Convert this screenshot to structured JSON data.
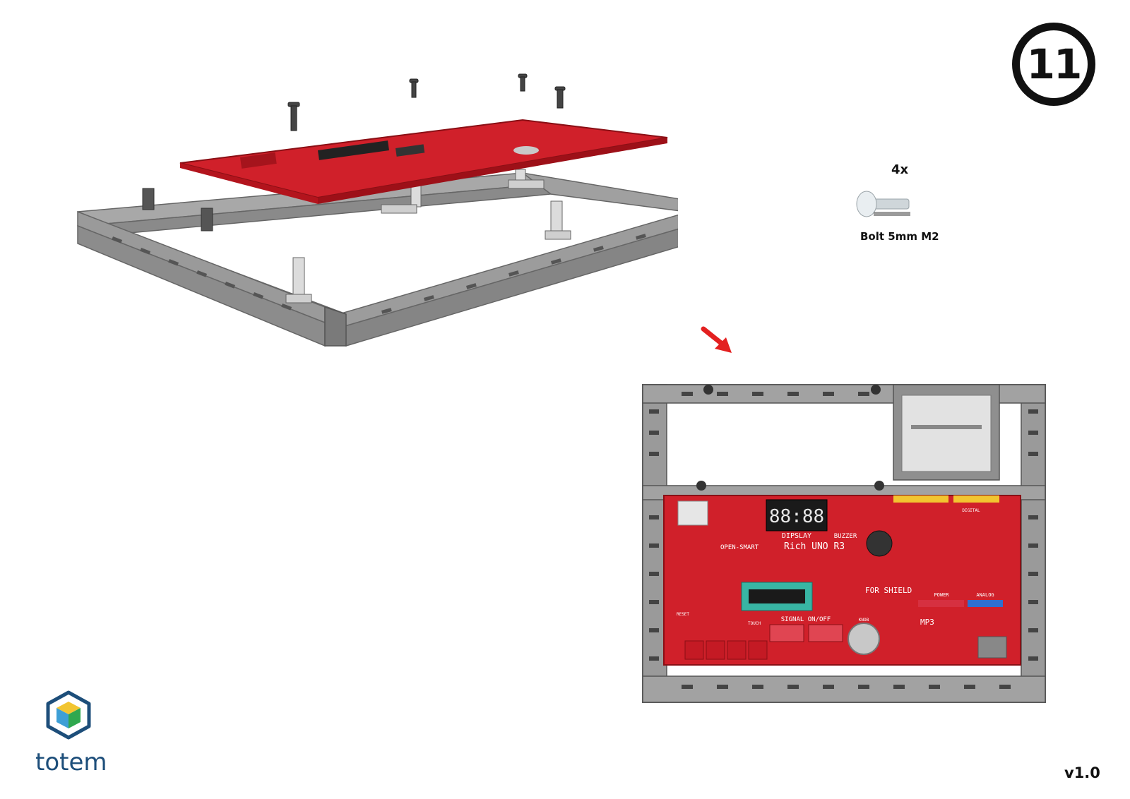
{
  "step": {
    "number": "11"
  },
  "parts": {
    "quantity": "4x",
    "name": "Bolt 5mm M2"
  },
  "board": {
    "display_digits": "88:88",
    "display_label": "DIPSLAY",
    "buzzer_label": "BUZZER",
    "brand": "OPEN-SMART",
    "model": "Rich UNO R3",
    "shield_label": "FOR SHIELD",
    "signal_label": "SIGNAL ON/OFF",
    "mp3_label": "MP3",
    "power_label": "POWER",
    "analog_label": "ANALOG",
    "digital_label": "DIGITAL",
    "touch_label": "TOUCH",
    "reset_label": "RESET",
    "knob_label": "KNOB"
  },
  "brand": {
    "logo_text": "totem"
  },
  "version": "v1.0",
  "colors": {
    "pcb": "#d0202a",
    "frame": "#9a9a9a",
    "frame_dark": "#6a6a6a",
    "arrow": "#e32020",
    "logo_blue": "#1d4e7a",
    "logo_green": "#2fa84f",
    "logo_yellow": "#f2c530",
    "logo_cyan": "#3d9fd6"
  }
}
